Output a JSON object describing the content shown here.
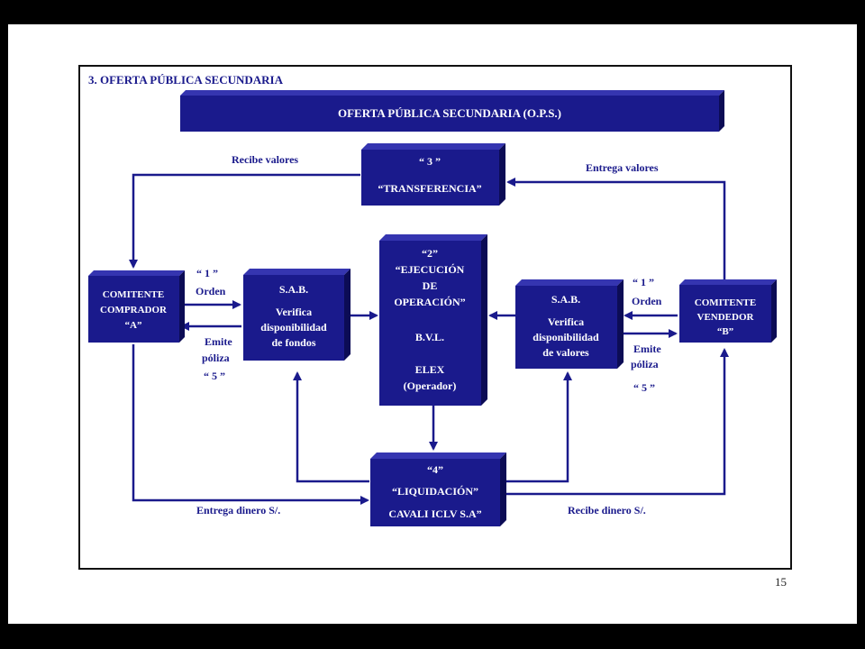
{
  "page": {
    "section_title": "3. OFERTA PÚBLICA SECUNDARIA",
    "page_number": "15"
  },
  "colors": {
    "box_fill": "#1a1a8c",
    "box_depth": "#0c0c55",
    "text_dark": "#1a1a8c",
    "text_light": "#ffffff"
  },
  "diagram": {
    "banner": "OFERTA PÚBLICA SECUNDARIA (O.P.S.)",
    "transferencia": {
      "num": "“ 3 ”",
      "label": "“TRANSFERENCIA”"
    },
    "comitente_comprador": {
      "line1": "COMITENTE",
      "line2": "COMPRADOR",
      "line3": "“A”"
    },
    "sab_left": {
      "line1": "S.A.B.",
      "line2": "Verifica",
      "line3": "disponibilidad",
      "line4": "de fondos"
    },
    "ejecucion": {
      "line1": "“2”",
      "line2": "“EJECUCIÓN",
      "line3": "DE",
      "line4": "OPERACIÓN”",
      "line5": "B.V.L.",
      "line6": "ELEX",
      "line7": "(Operador)"
    },
    "sab_right": {
      "line1": "S.A.B.",
      "line2": "Verifica",
      "line3": "disponibilidad",
      "line4": "de valores"
    },
    "comitente_vendedor": {
      "line1": "COMITENTE",
      "line2": "VENDEDOR",
      "line3": "“B”"
    },
    "liquidacion": {
      "line1": "“4”",
      "line2": "“LIQUIDACIÓN”",
      "line3": "CAVALI ICLV S.A”"
    },
    "labels": {
      "recibe_valores": "Recibe valores",
      "entrega_valores": "Entrega valores",
      "orden_left_num": "“ 1 ”",
      "orden_left": "Orden",
      "emite_left1": "Emite",
      "emite_left2": "póliza",
      "emite_left_num": "“ 5 ”",
      "orden_right_num": "“ 1 ”",
      "orden_right": "Orden",
      "emite_right1": "Emite",
      "emite_right2": "póliza",
      "emite_right_num": "“ 5 ”",
      "entrega_dinero": "Entrega dinero  S/.",
      "recibe_dinero": "Recibe dinero  S/."
    }
  }
}
